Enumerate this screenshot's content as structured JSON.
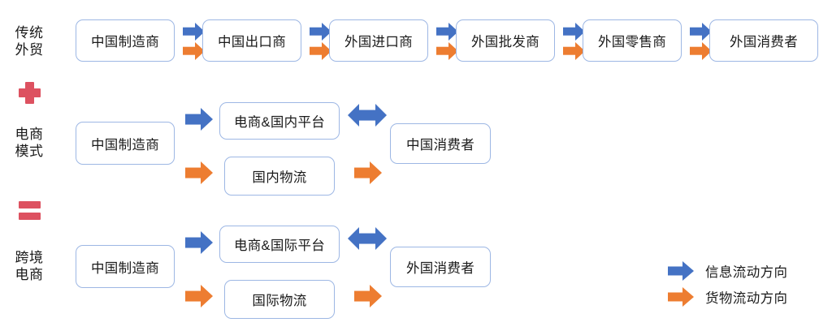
{
  "colors": {
    "info_flow_blue": "#4472C4",
    "goods_flow_orange": "#ED7D31",
    "box_border_blue": "#9DB7E4",
    "operator_red": "#DD5160",
    "text_dark": "#1A1A1A",
    "background": "#FFFFFF"
  },
  "rows": {
    "traditional": {
      "label": "传统\n外贸",
      "nodes": [
        {
          "text": "中国制造商"
        },
        {
          "text": "中国出口商"
        },
        {
          "text": "外国进口商"
        },
        {
          "text": "外国批发商"
        },
        {
          "text": "外国零售商"
        },
        {
          "text": "外国消费者"
        }
      ]
    },
    "ecommerce": {
      "label": "电商\n模式",
      "nodes": {
        "manufacturer": "中国制造商",
        "platform": "电商&国内平台",
        "logistics": "国内物流",
        "consumer": "中国消费者"
      }
    },
    "crossborder": {
      "label": "跨境\n电商",
      "nodes": {
        "manufacturer": "中国制造商",
        "platform": "电商&国际平台",
        "logistics": "国际物流",
        "consumer": "外国消费者"
      }
    }
  },
  "operators": {
    "plus": "+",
    "equals": "="
  },
  "legend": {
    "items": [
      {
        "icon": "arrow-right-blue-icon",
        "label": "信息流动方向"
      },
      {
        "icon": "arrow-right-orange-icon",
        "label": "货物流动方向"
      }
    ]
  }
}
